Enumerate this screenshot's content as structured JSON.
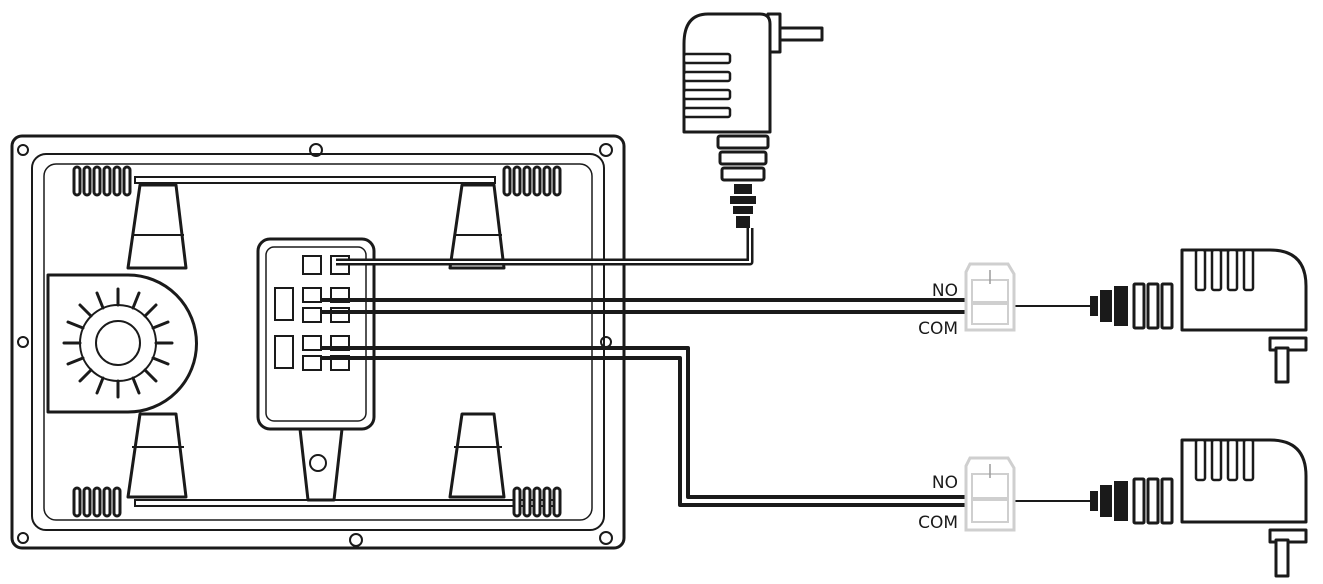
{
  "relay_1": {
    "no_label": "NO",
    "com_label": "COM"
  },
  "relay_2": {
    "no_label": "NO",
    "com_label": "COM"
  },
  "colors": {
    "line": "#1a1a1a",
    "relay_body": "#cfcfcf",
    "background": "#ffffff"
  },
  "icons": [
    "monitor-back-panel",
    "speaker-grille",
    "terminal-block",
    "power-adapter-plug",
    "relay-switch",
    "lock-adapter-plug"
  ]
}
